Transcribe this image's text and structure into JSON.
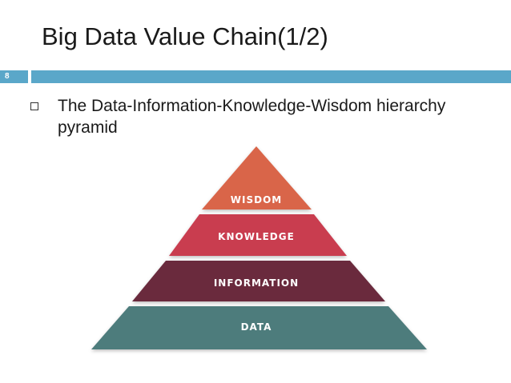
{
  "slide": {
    "title": "Big Data Value Chain(1/2)",
    "number": "8",
    "bullet": "The Data-Information-Knowledge-Wisdom hierarchy pyramid"
  },
  "pyramid": {
    "tiers": [
      {
        "label": "WISDOM",
        "color": "#d9654a"
      },
      {
        "label": "KNOWLEDGE",
        "color": "#c93d4f"
      },
      {
        "label": "INFORMATION",
        "color": "#6b2a3c"
      },
      {
        "label": "DATA",
        "color": "#4e7b7c"
      }
    ]
  }
}
